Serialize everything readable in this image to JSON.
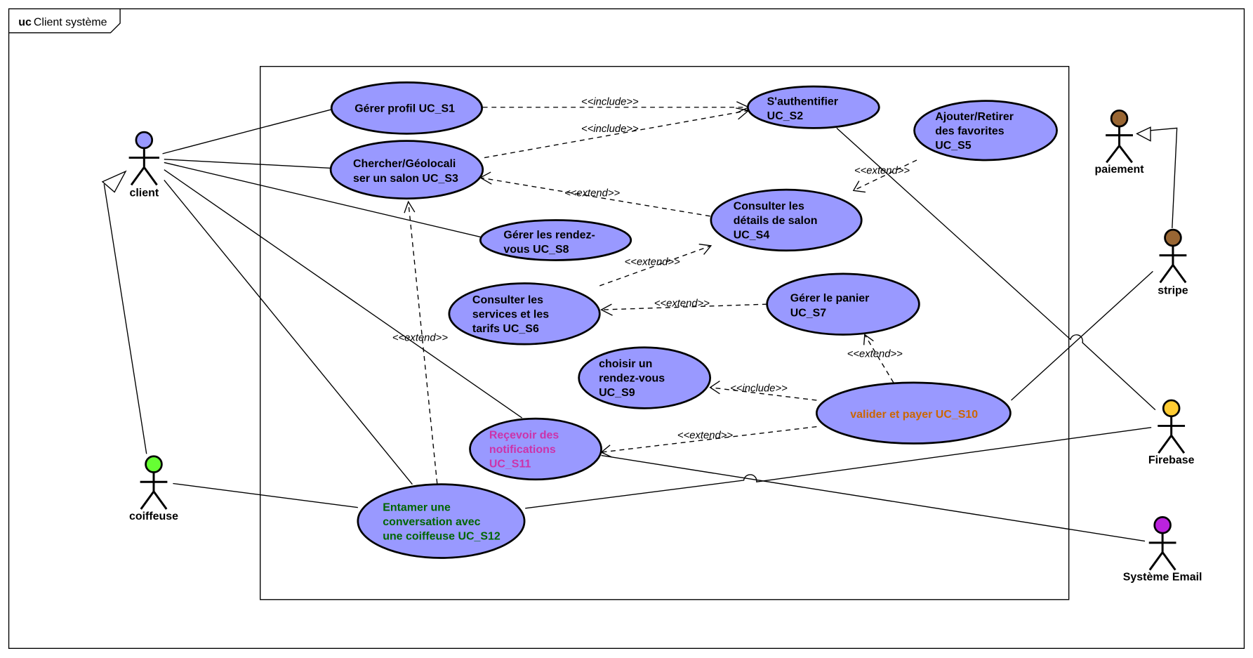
{
  "frame": {
    "keyword": "uc",
    "title": "Client système"
  },
  "colors": {
    "usecase_fill": "#9999ff",
    "actor_client": "#9999ff",
    "actor_coiffeuse": "#66ff33",
    "actor_paiement": "#996633",
    "actor_stripe": "#996633",
    "actor_firebase": "#ffcc33",
    "actor_email": "#bb22dd",
    "text_s10": "#cc6600",
    "text_s11": "#cc33aa",
    "text_s12": "#006600"
  },
  "actors": [
    {
      "id": "client",
      "label": "client"
    },
    {
      "id": "coiffeuse",
      "label": "coiffeuse"
    },
    {
      "id": "paiement",
      "label": "paiement"
    },
    {
      "id": "stripe",
      "label": "stripe"
    },
    {
      "id": "firebase",
      "label": "Firebase"
    },
    {
      "id": "email",
      "label": "Système Email"
    }
  ],
  "usecases": {
    "s1": [
      "Gérer profil UC_S1"
    ],
    "s2": [
      "S'authentifier",
      "UC_S2"
    ],
    "s3": [
      "Chercher/Géolocali",
      "ser un salon UC_S3"
    ],
    "s4": [
      "Consulter les",
      "détails de salon",
      "UC_S4"
    ],
    "s5": [
      "Ajouter/Retirer",
      "des favorites",
      "UC_S5"
    ],
    "s6": [
      "Consulter les",
      "services et les",
      "tarifs UC_S6"
    ],
    "s7": [
      "Gérer le panier",
      "UC_S7"
    ],
    "s8": [
      "Gérer les rendez-",
      "vous UC_S8"
    ],
    "s9": [
      "choisir un",
      "rendez-vous",
      "UC_S9"
    ],
    "s10": [
      "valider et payer UC_S10"
    ],
    "s11": [
      "Reçevoir des",
      "notifications",
      "UC_S11"
    ],
    "s12": [
      "Entamer une",
      "conversation avec",
      "une coiffeuse UC_S12"
    ]
  },
  "relations": {
    "include_s1_s2": "<<include>>",
    "include_s3_s2": "<<include>>",
    "extend_s4_s3": "<<extend>>",
    "extend_s5_s4": "<<extend>>",
    "extend_s6_s4": "<<extend>>",
    "extend_s7_s6": "<<extend>>",
    "extend_s10_s7": "<<extend>>",
    "include_s10_s9": "<<include>>",
    "extend_s10_s11": "<<extend>>",
    "extend_s12_s3": "<<extend>>"
  }
}
